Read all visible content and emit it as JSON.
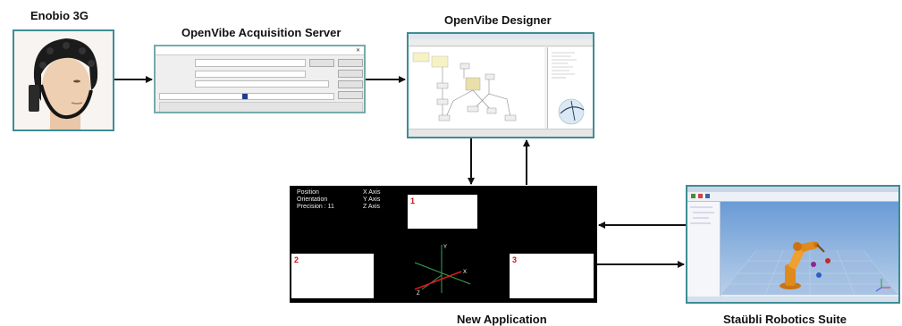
{
  "captions": {
    "enobio": "Enobio 3G",
    "acquisition": "OpenVibe Acquisition Server",
    "designer": "OpenVibe Designer",
    "new_app": "New Application",
    "staubli": "Staübli Robotics Suite"
  },
  "new_app": {
    "info": [
      {
        "label": "Position",
        "axis": "X Axis"
      },
      {
        "label": "Orientation",
        "axis": "Y Axis"
      },
      {
        "label": "Precision : 11",
        "axis": "Z Axis"
      }
    ],
    "boxes": [
      "1",
      "2",
      "3"
    ],
    "axis_labels": {
      "x": "X",
      "y": "Y",
      "z": "Z"
    }
  },
  "colors": {
    "panel_border": "#3e8d95",
    "arrow": "#111111",
    "app_background": "#000000",
    "box_number": "#d01010",
    "robot": "#e08a1c"
  }
}
